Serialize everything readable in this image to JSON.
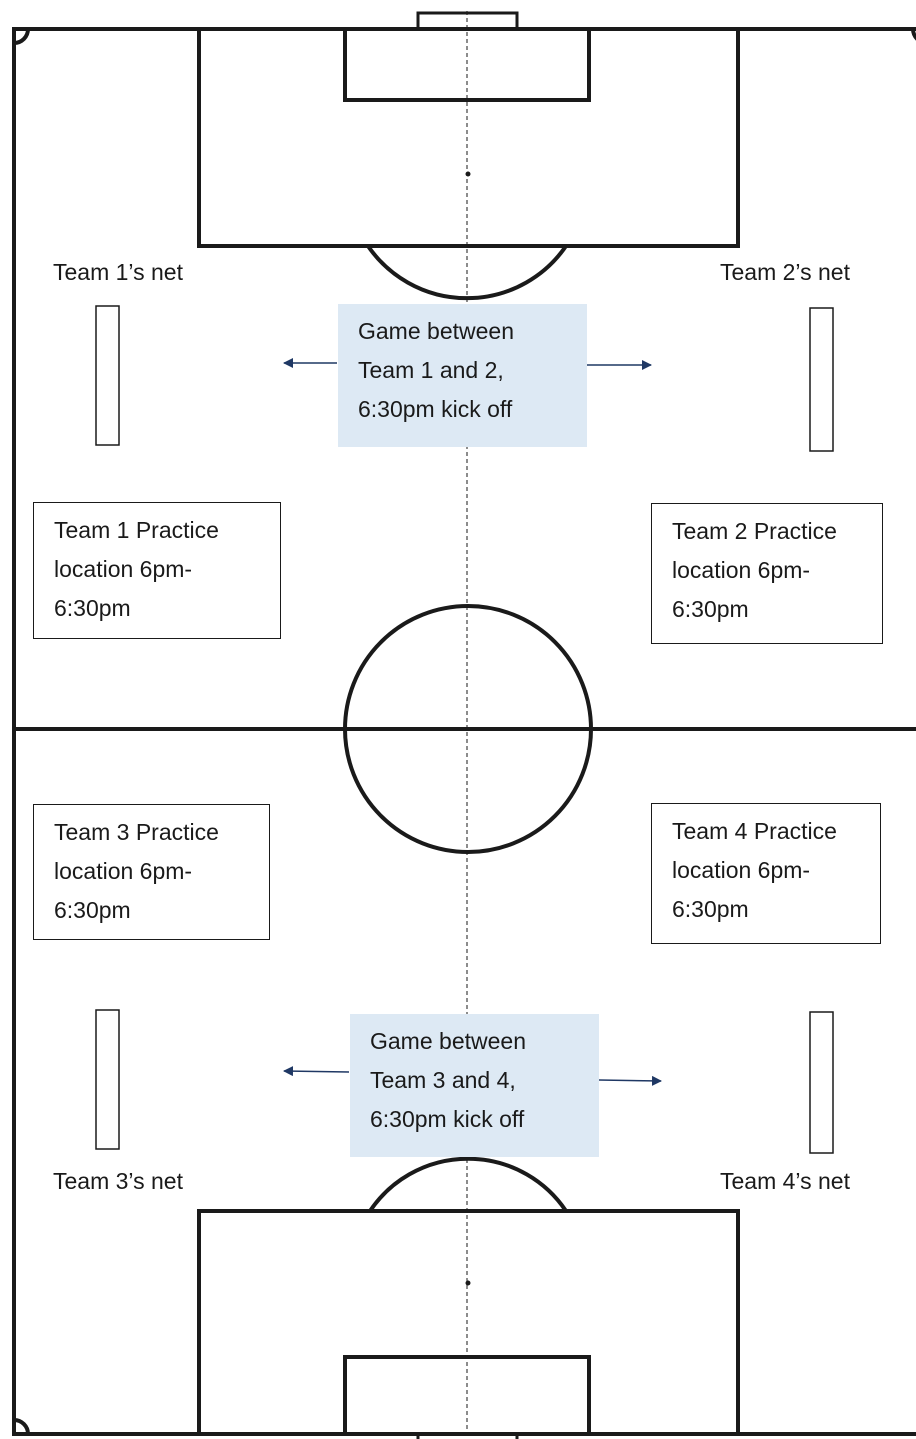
{
  "nets": {
    "team1": "Team 1’s net",
    "team2": "Team 2’s net",
    "team3": "Team 3’s net",
    "team4": "Team 4’s net"
  },
  "practice": {
    "team1": [
      "Team 1 Practice",
      "location 6pm-",
      "6:30pm"
    ],
    "team2": [
      "Team 2 Practice",
      "location 6pm-",
      "6:30pm"
    ],
    "team3": [
      "Team 3 Practice",
      "location 6pm-",
      "6:30pm"
    ],
    "team4": [
      "Team 4 Practice",
      "location 6pm-",
      "6:30pm"
    ]
  },
  "games": {
    "top": [
      "Game between",
      "Team 1 and 2,",
      "6:30pm kick off"
    ],
    "bottom": [
      "Game between",
      "Team 3 and 4,",
      "6:30pm kick off"
    ]
  },
  "colors": {
    "lines": "#1a1a1a",
    "game_box_fill": "#dde9f4",
    "arrow": "#1f3864"
  }
}
